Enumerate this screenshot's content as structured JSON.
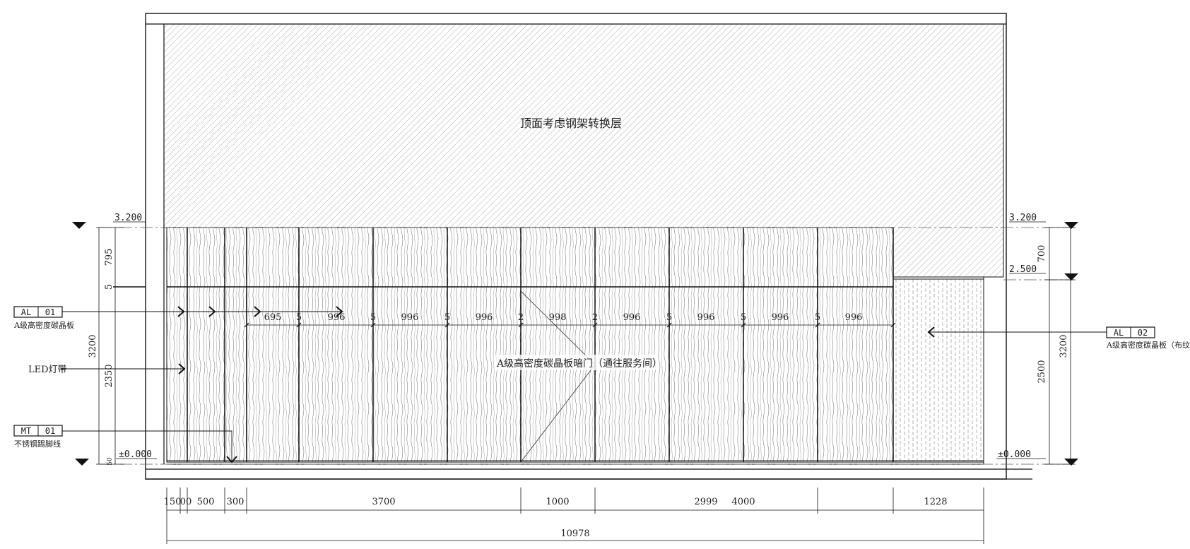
{
  "ceiling_note": "顶面考虑钢架转换层",
  "door_note": "A级高密度碳晶板暗门（通往服务间）",
  "elevations": {
    "left_top": "3.200",
    "left_bottom": "±0.000",
    "right_top": "3.200",
    "right_mid": "2.500",
    "right_bottom": "±0.000"
  },
  "tags": {
    "al01": {
      "code": "AL",
      "num": "01",
      "desc": "A级高密度碳晶板"
    },
    "al02": {
      "code": "AL",
      "num": "02",
      "desc": "A级高密度碳晶板（布纹）"
    },
    "mt01": {
      "code": "MT",
      "num": "01",
      "desc": "不锈钢踢脚线"
    },
    "led": "LED灯带"
  },
  "left_dims": {
    "d795": "795",
    "d5": "5",
    "d3200": "3200",
    "d2350": "2350",
    "d50": "50"
  },
  "right_dims": {
    "d700": "700",
    "d3200": "3200",
    "d2500": "2500"
  },
  "panel_dims": [
    "695",
    "5",
    "996",
    "5",
    "996",
    "5",
    "996",
    "2",
    "998",
    "2",
    "996",
    "5",
    "996",
    "5",
    "996",
    "5",
    "996"
  ],
  "bottom_dims": {
    "d150": "150",
    "d00": "00",
    "d500": "500",
    "d300": "300",
    "d3700": "3700",
    "d1000": "1000",
    "d2999": "2999",
    "d4000": "4000",
    "d1228": "1228",
    "total": "10978"
  }
}
